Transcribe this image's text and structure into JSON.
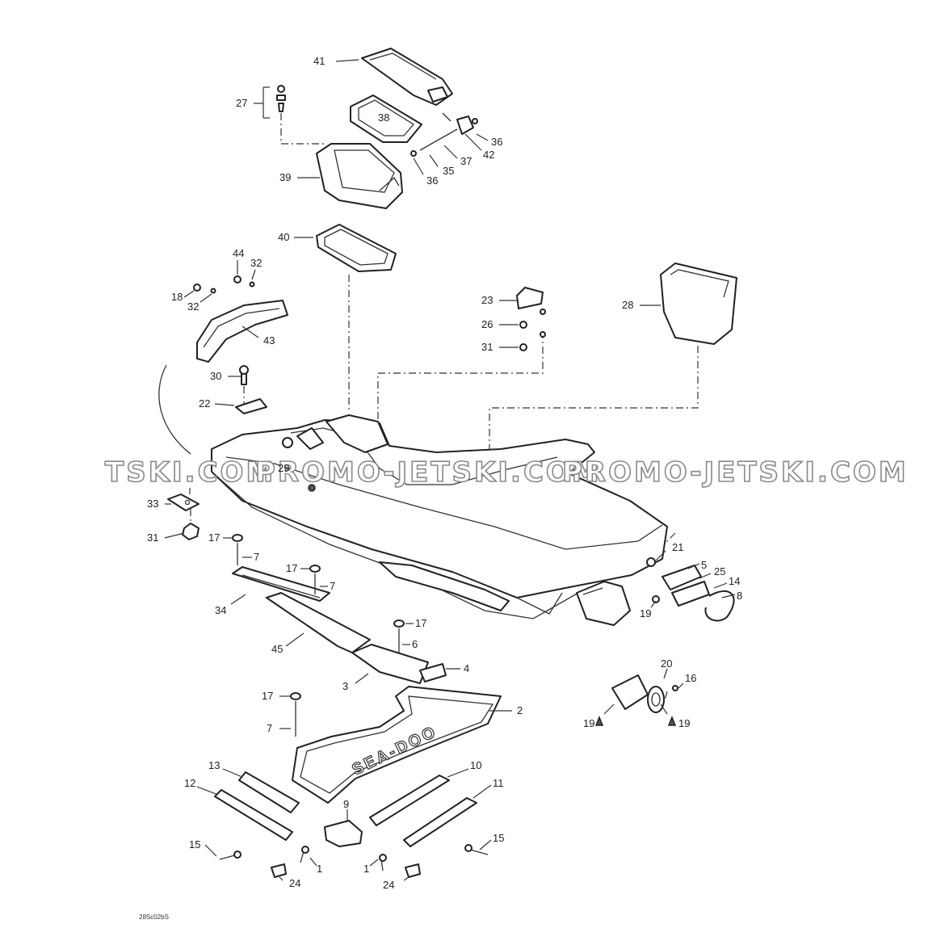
{
  "diagram_code": "28Sc02bS",
  "watermark": {
    "left": "TSKI.COM",
    "middle": "PROMO-JETSKI.COM",
    "right": "PROMO-JETSKI.COM"
  },
  "hull_brand_text": "SEA-DOO",
  "colors": {
    "ink": "#222222",
    "watermark_outline": "#8a8a8a",
    "background": "#ffffff"
  },
  "callouts": [
    {
      "num": "41"
    },
    {
      "num": "27"
    },
    {
      "num": "38"
    },
    {
      "num": "36"
    },
    {
      "num": "42"
    },
    {
      "num": "37"
    },
    {
      "num": "35"
    },
    {
      "num": "36"
    },
    {
      "num": "39"
    },
    {
      "num": "40"
    },
    {
      "num": "44"
    },
    {
      "num": "32"
    },
    {
      "num": "18"
    },
    {
      "num": "32"
    },
    {
      "num": "43"
    },
    {
      "num": "23"
    },
    {
      "num": "26"
    },
    {
      "num": "31"
    },
    {
      "num": "28"
    },
    {
      "num": "30"
    },
    {
      "num": "22"
    },
    {
      "num": "29"
    },
    {
      "num": "33"
    },
    {
      "num": "31"
    },
    {
      "num": "17"
    },
    {
      "num": "7"
    },
    {
      "num": "17"
    },
    {
      "num": "7"
    },
    {
      "num": "34"
    },
    {
      "num": "21"
    },
    {
      "num": "5"
    },
    {
      "num": "25"
    },
    {
      "num": "14"
    },
    {
      "num": "8"
    },
    {
      "num": "19"
    },
    {
      "num": "17"
    },
    {
      "num": "6"
    },
    {
      "num": "45"
    },
    {
      "num": "4"
    },
    {
      "num": "3"
    },
    {
      "num": "20"
    },
    {
      "num": "16"
    },
    {
      "num": "19"
    },
    {
      "num": "19"
    },
    {
      "num": "2"
    },
    {
      "num": "17"
    },
    {
      "num": "7"
    },
    {
      "num": "13"
    },
    {
      "num": "10"
    },
    {
      "num": "12"
    },
    {
      "num": "11"
    },
    {
      "num": "9"
    },
    {
      "num": "15"
    },
    {
      "num": "15"
    },
    {
      "num": "1"
    },
    {
      "num": "1"
    },
    {
      "num": "24"
    },
    {
      "num": "24"
    }
  ]
}
